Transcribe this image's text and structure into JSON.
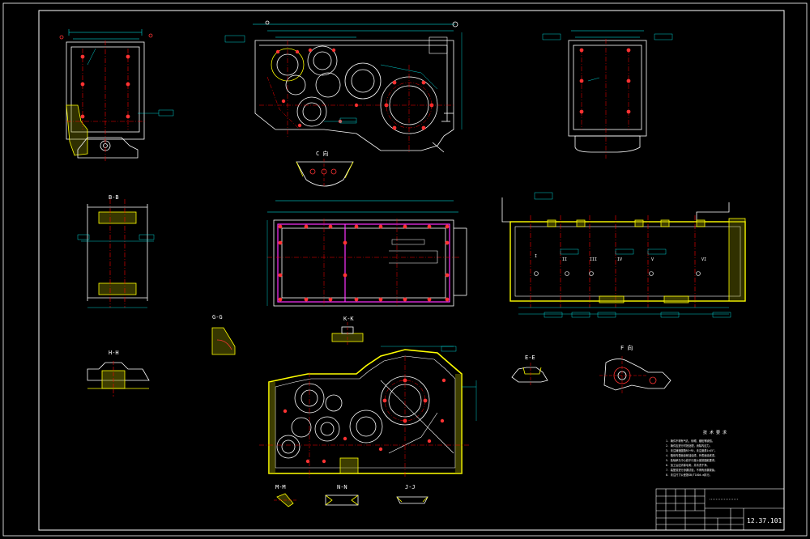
{
  "drawing": {
    "section_labels": {
      "c_view": "C 向",
      "b_b": "B-B",
      "h_h": "H-H",
      "g_g": "G-G",
      "k_k": "K-K",
      "e_e": "E-E",
      "f_view": "F 向",
      "m_m": "M-M",
      "n_n": "N-N",
      "j_j": "J-J"
    },
    "shaft_labels": [
      "I",
      "II",
      "III",
      "IV",
      "V",
      "VI"
    ],
    "notes": {
      "title": "技 术 要 求",
      "lines": [
        "1. 铸件不得有气孔、砂眼、缩松等缺陷。",
        "2. 铸件应进行时效处理，消除内应力。",
        "3. 未注铸造圆角R3~R5，未注倒角1×45°。",
        "4. 箱体内表面涂耐油油漆，外表面涂底漆。",
        "5. 各轴承孔中心线平行度公差按图纸要求。",
        "6. 加工后应清除毛刺，并清洗干净。",
        "7. 装配前进行渗漏试验，不得有渗漏现象。",
        "8. 未注尺寸公差按GB/T1804-m执行。"
      ]
    },
    "title_block": {
      "drawing_number": "12.37.101"
    }
  }
}
